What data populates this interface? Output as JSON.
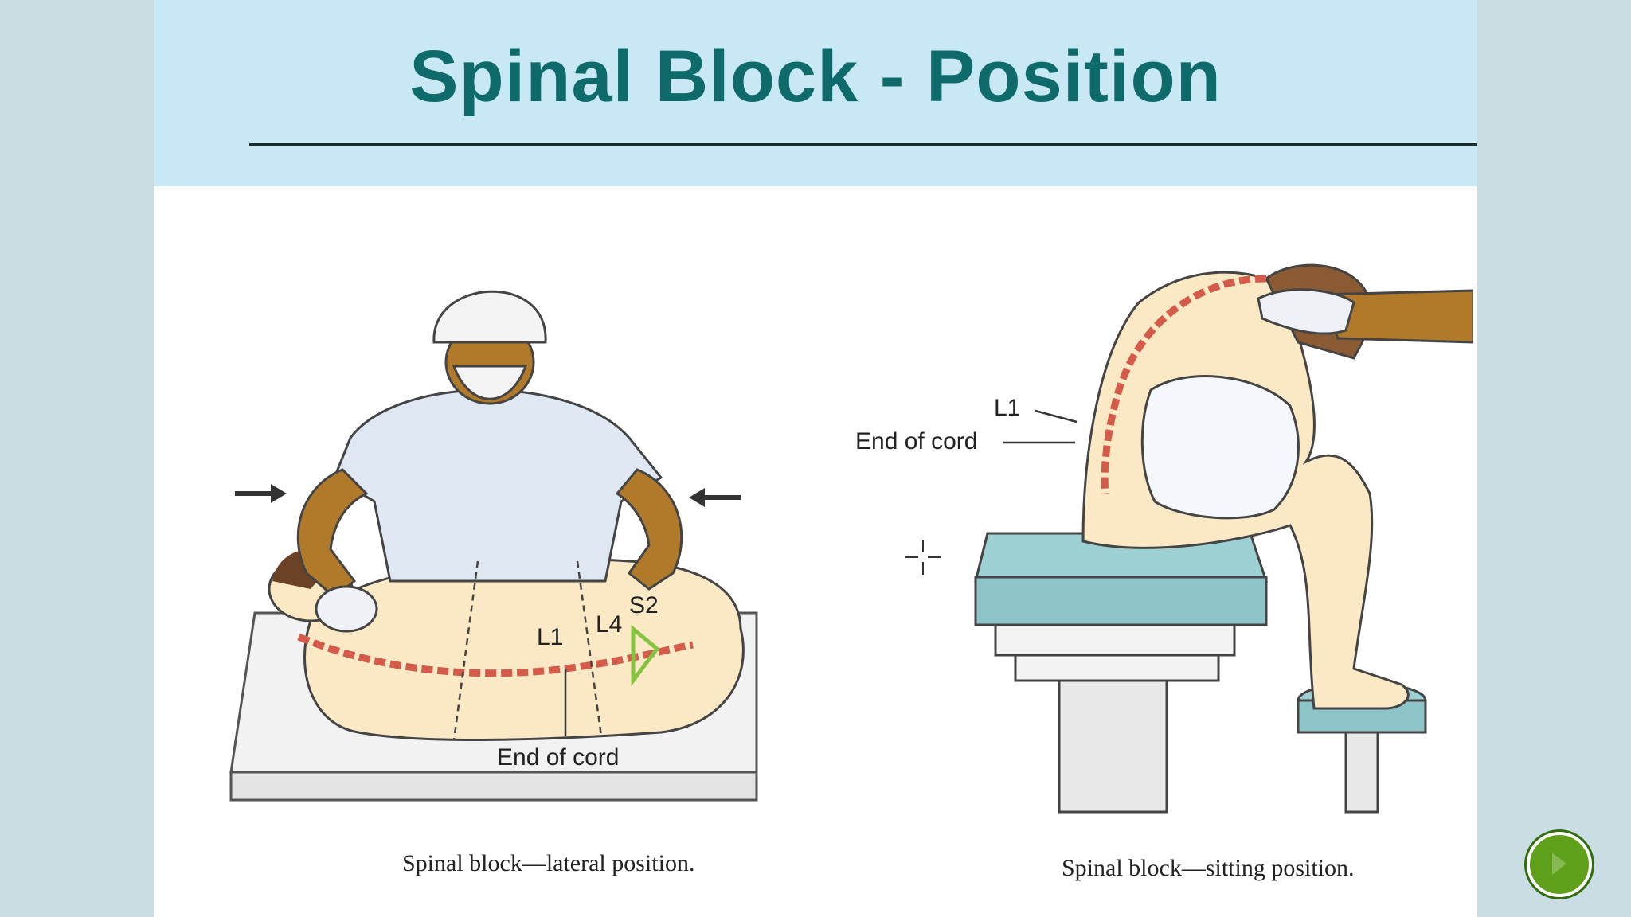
{
  "slide": {
    "title": "Spinal Block - Position",
    "colors": {
      "header_bg": "#c8e8f6",
      "title": "#0f6b6b",
      "side_bg": "#c9dde2",
      "nav_button": "#5ea01a"
    }
  },
  "figure_left": {
    "caption": "Spinal block—lateral position.",
    "labels": {
      "l1": "L1",
      "l4": "L4",
      "s2": "S2",
      "end_of_cord": "End of cord"
    },
    "icons": [
      "arrow-right-icon",
      "arrow-left-icon"
    ]
  },
  "figure_right": {
    "caption": "Spinal block—sitting position.",
    "labels": {
      "l1": "L1",
      "end_of_cord": "End of cord"
    }
  },
  "controls": {
    "nav_icon": "next-slide-icon"
  }
}
